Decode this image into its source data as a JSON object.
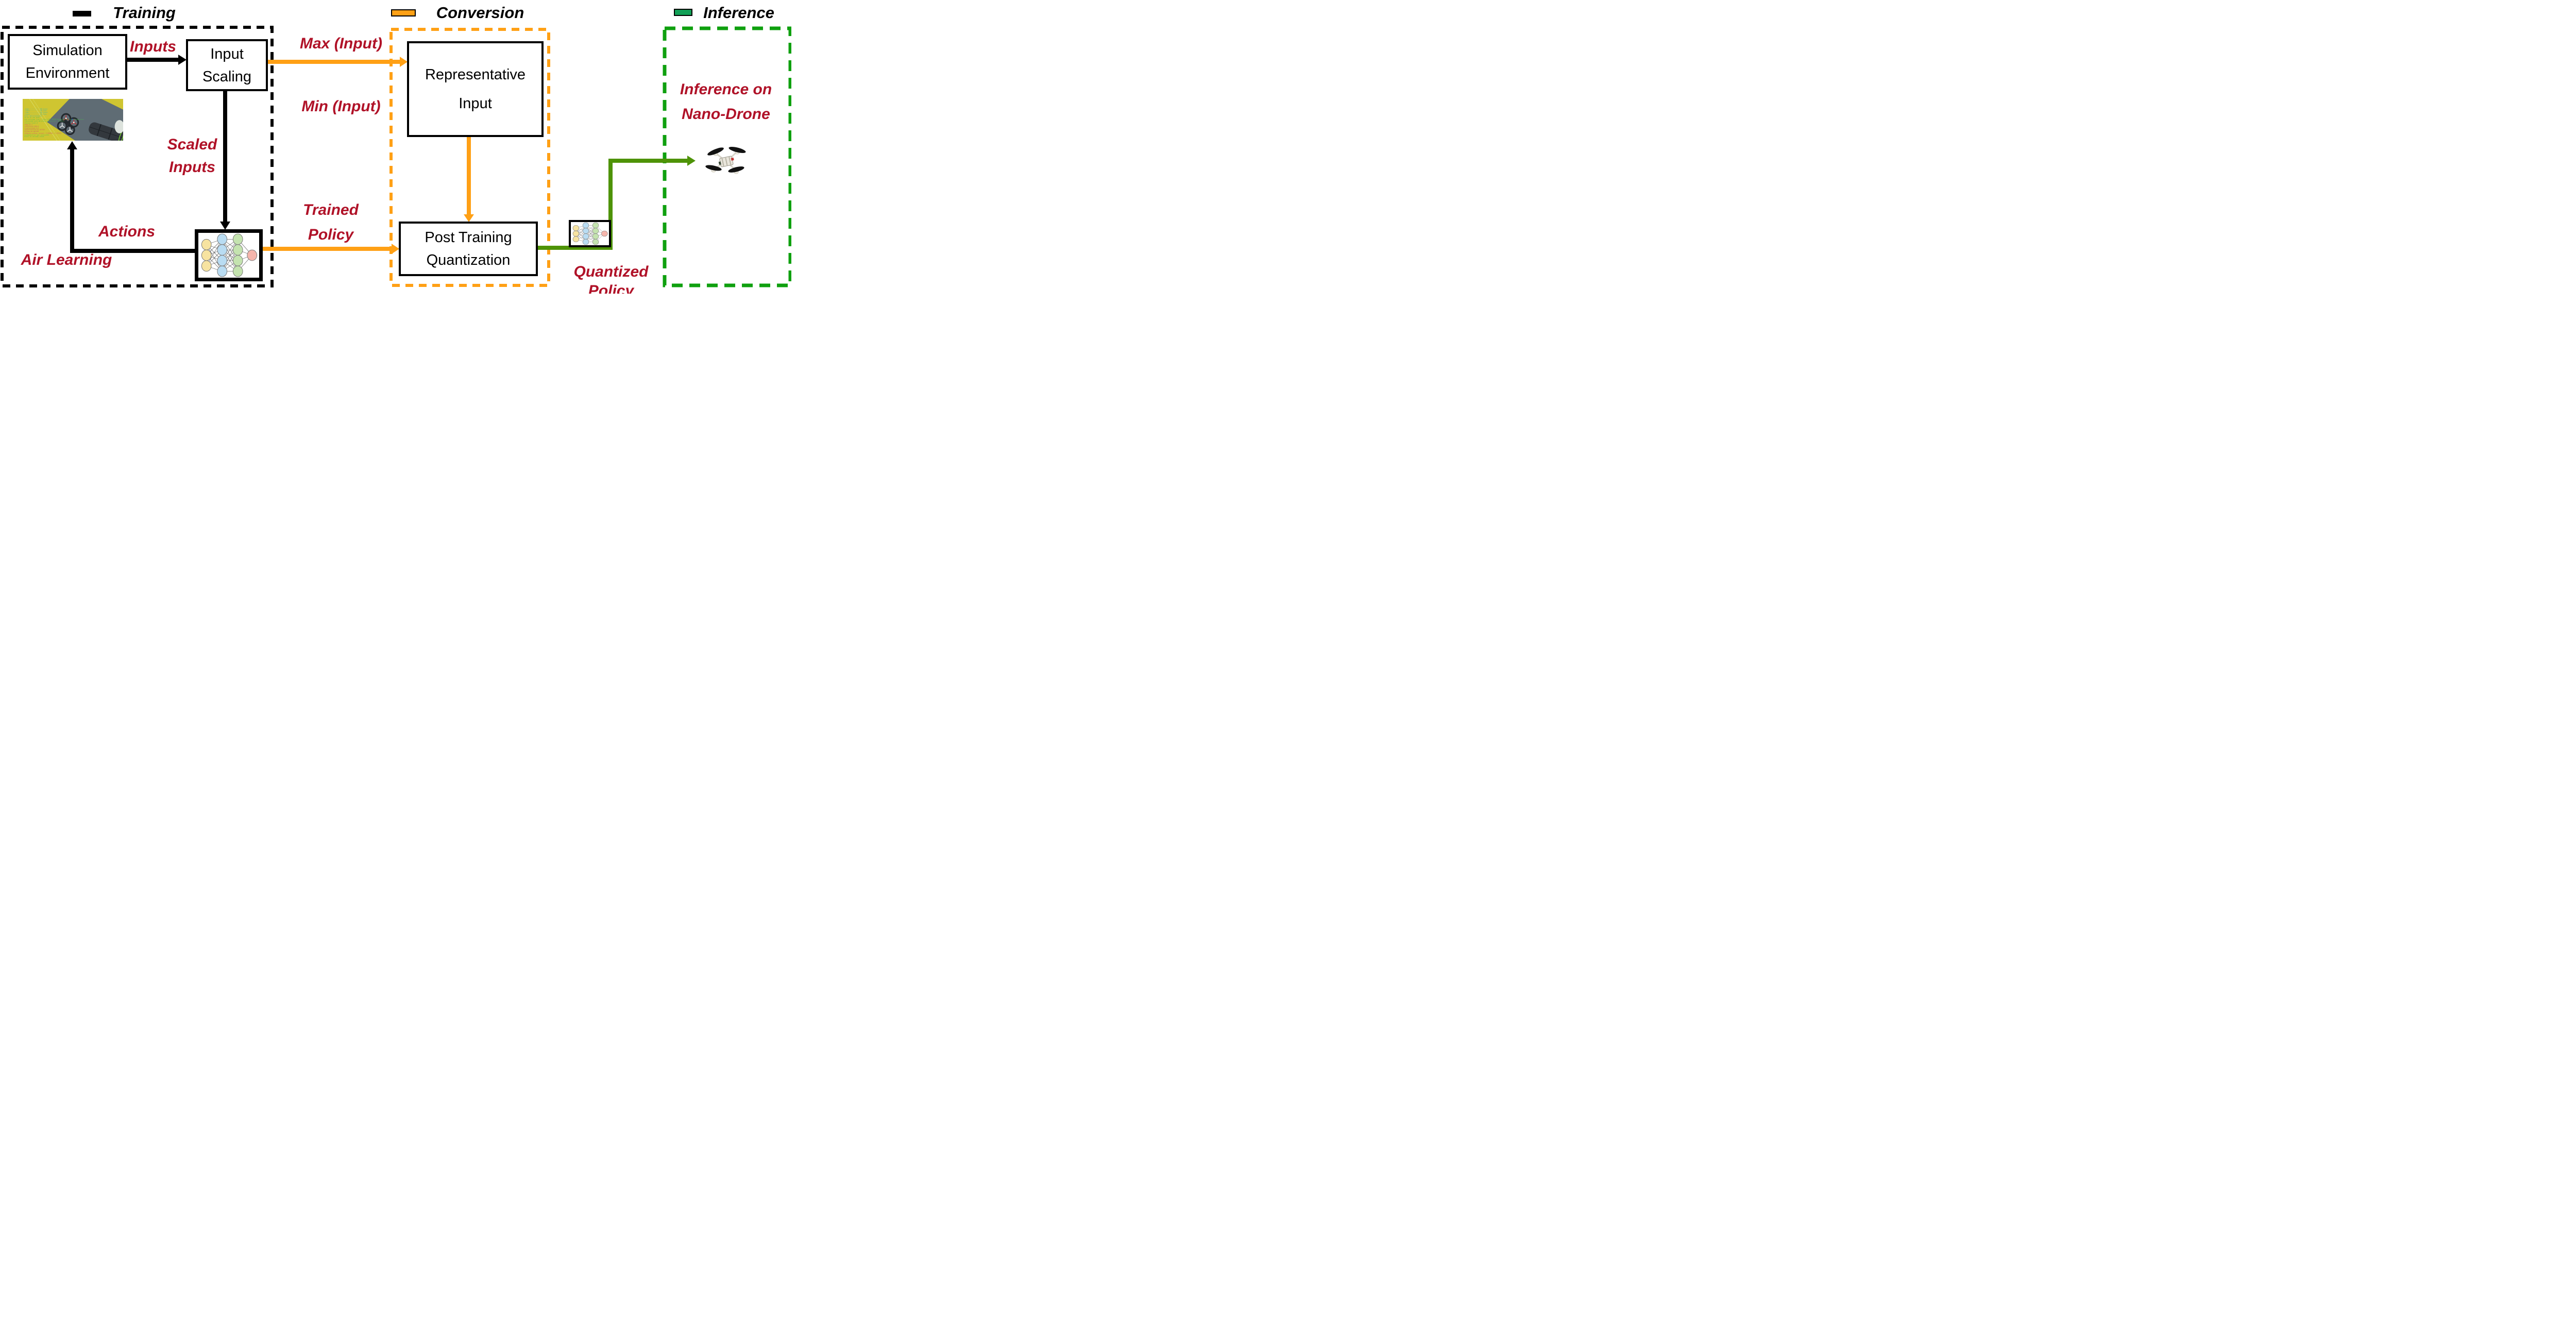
{
  "colors": {
    "dark_red": "#b01228",
    "orange": "#ffa015",
    "green_border": "#0fa00f",
    "green_arrow": "#4e9307",
    "legend_green": "#12a057"
  },
  "legend": {
    "training": "Training",
    "conversion": "Conversion",
    "inference": "Inference"
  },
  "boxes": {
    "simulation_environment": {
      "line1": "Simulation",
      "line2": "Environment"
    },
    "input_scaling": {
      "line1": "Input",
      "line2": "Scaling"
    },
    "representative_input": {
      "line1": "Representative",
      "line2": "Input"
    },
    "post_training_quantization": {
      "line1": "Post Training",
      "line2": "Quantization"
    }
  },
  "flow_labels": {
    "inputs": "Inputs",
    "max_input": "Max (Input)",
    "min_input": "Min (Input)",
    "scaled_inputs_line1": "Scaled",
    "scaled_inputs_line2": "Inputs",
    "actions": "Actions",
    "air_learning": "Air Learning",
    "trained_policy_line1": "Trained",
    "trained_policy_line2": "Policy",
    "quantized_policy_line1": "Quantized",
    "quantized_policy_line2": "Policy",
    "inference_on_line1": "Inference on",
    "inference_on_line2": "Nano-Drone"
  },
  "nn_diagram": {
    "layers": [
      3,
      4,
      4,
      1
    ],
    "layer_colors": [
      "#f7e3a1",
      "#b9dcf2",
      "#c4e3af",
      "#f5b5ac"
    ],
    "edge_color": "#444444"
  },
  "sim_screenshot": {
    "hud_lines": [
      {
        "t": "_Cube-------------BP_Cube1",
        "c": "teal"
      },
      {
        "t": "_Cube1------------BP_Cube",
        "c": "teal"
      },
      {
        "t": "_Cube-------------BP_Cube1",
        "c": "teal"
      },
      {
        "t": "_Cube1------------BP_Cube",
        "c": "teal"
      },
      {
        "t": "mera: ExternalCamera",
        "c": "teal"
      },
      {
        "t": "ss F1 to see help",
        "c": "green"
      },
      {
        "t": "ded settings from C:\\Users\\RTX-REDDI\\Documents\\AirSim\\settings.json",
        "c": "green"
      },
      {
        "t": "llisions#2 with BP_Arena_Meshes_C_0 - ObjID=1",
        "c": "green"
      },
      {
        "t": "llision Count:0",
        "c": "green"
      },
      {
        "t": "tage:11.1",
        "c": "red"
      },
      {
        "t": "veOfCharge:100.0",
        "c": "red"
      },
      {
        "t": "ergyConsumed:0.0",
        "c": "red"
      },
      {
        "t": "tanceTraveled:31.287529",
        "c": "red"
      },
      {
        "t": "htTime:32.907703",
        "c": "red"
      },
      {
        "t": "ckSpeed config, actual: 5.000000, 3.155321",
        "c": "red"
      },
      {
        "t": "uestApControl was successful",
        "c": "green"
      },
      {
        "t": "hicle is already armed",
        "c": "green"
      }
    ]
  }
}
